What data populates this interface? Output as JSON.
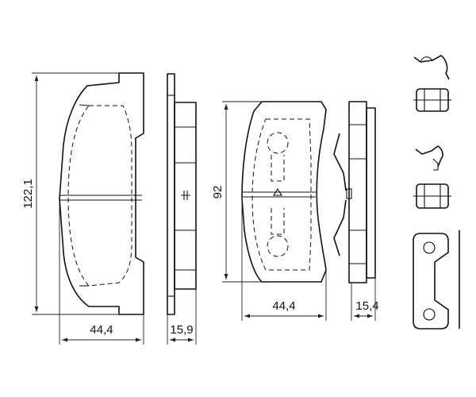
{
  "dimensions": {
    "height_pad_1": "122,1",
    "width_pad_1": "44,4",
    "thickness_pad_1": "15,9",
    "height_pad_2": "92",
    "width_pad_2": "44,4",
    "thickness_pad_2": "15,4"
  },
  "colors": {
    "line": "#111111",
    "background": "#ffffff"
  }
}
